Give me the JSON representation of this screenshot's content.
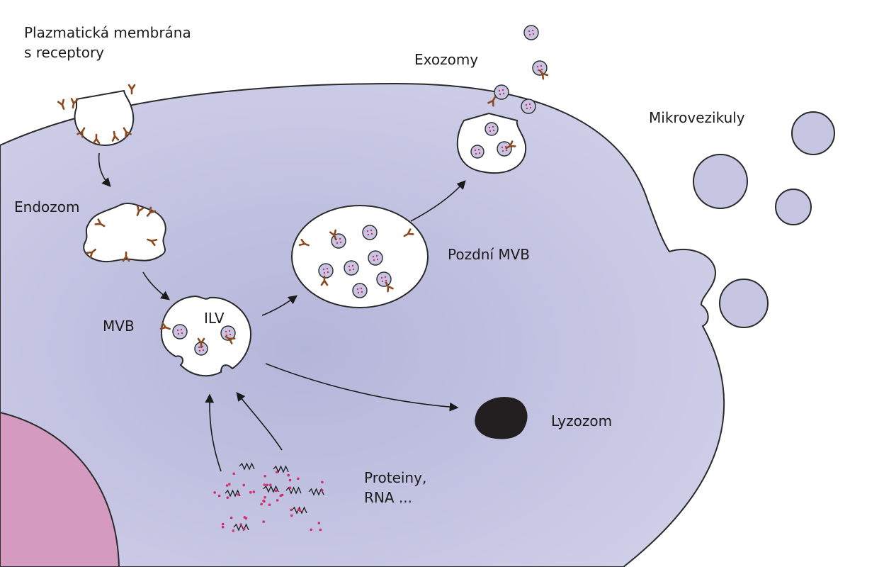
{
  "labels": {
    "plasma_membrane": [
      "Plazmatická membrána",
      "s receptory"
    ],
    "exosomes": "Exozomy",
    "microvesicles": "Mikrovezikuly",
    "endosome": "Endozom",
    "late_mvb": "Pozdní MVB",
    "mvb": "MVB",
    "ilv": "ILV",
    "lysosome": "Lyzozom",
    "cargo": [
      "Proteiny,",
      "RNA ..."
    ]
  },
  "colors": {
    "cytoplasm": "#c9c9e6",
    "cytoplasm_shade": "#aeb0d6",
    "nucleus": "#d49ac0",
    "membrane": "#2a2a2a",
    "vesicle_fill": "#c6c6e2",
    "receptor": "#8a4a1e",
    "cargo_dot": "#d0306e",
    "lysosome": "#231f20",
    "lumen": "#ffffff"
  }
}
